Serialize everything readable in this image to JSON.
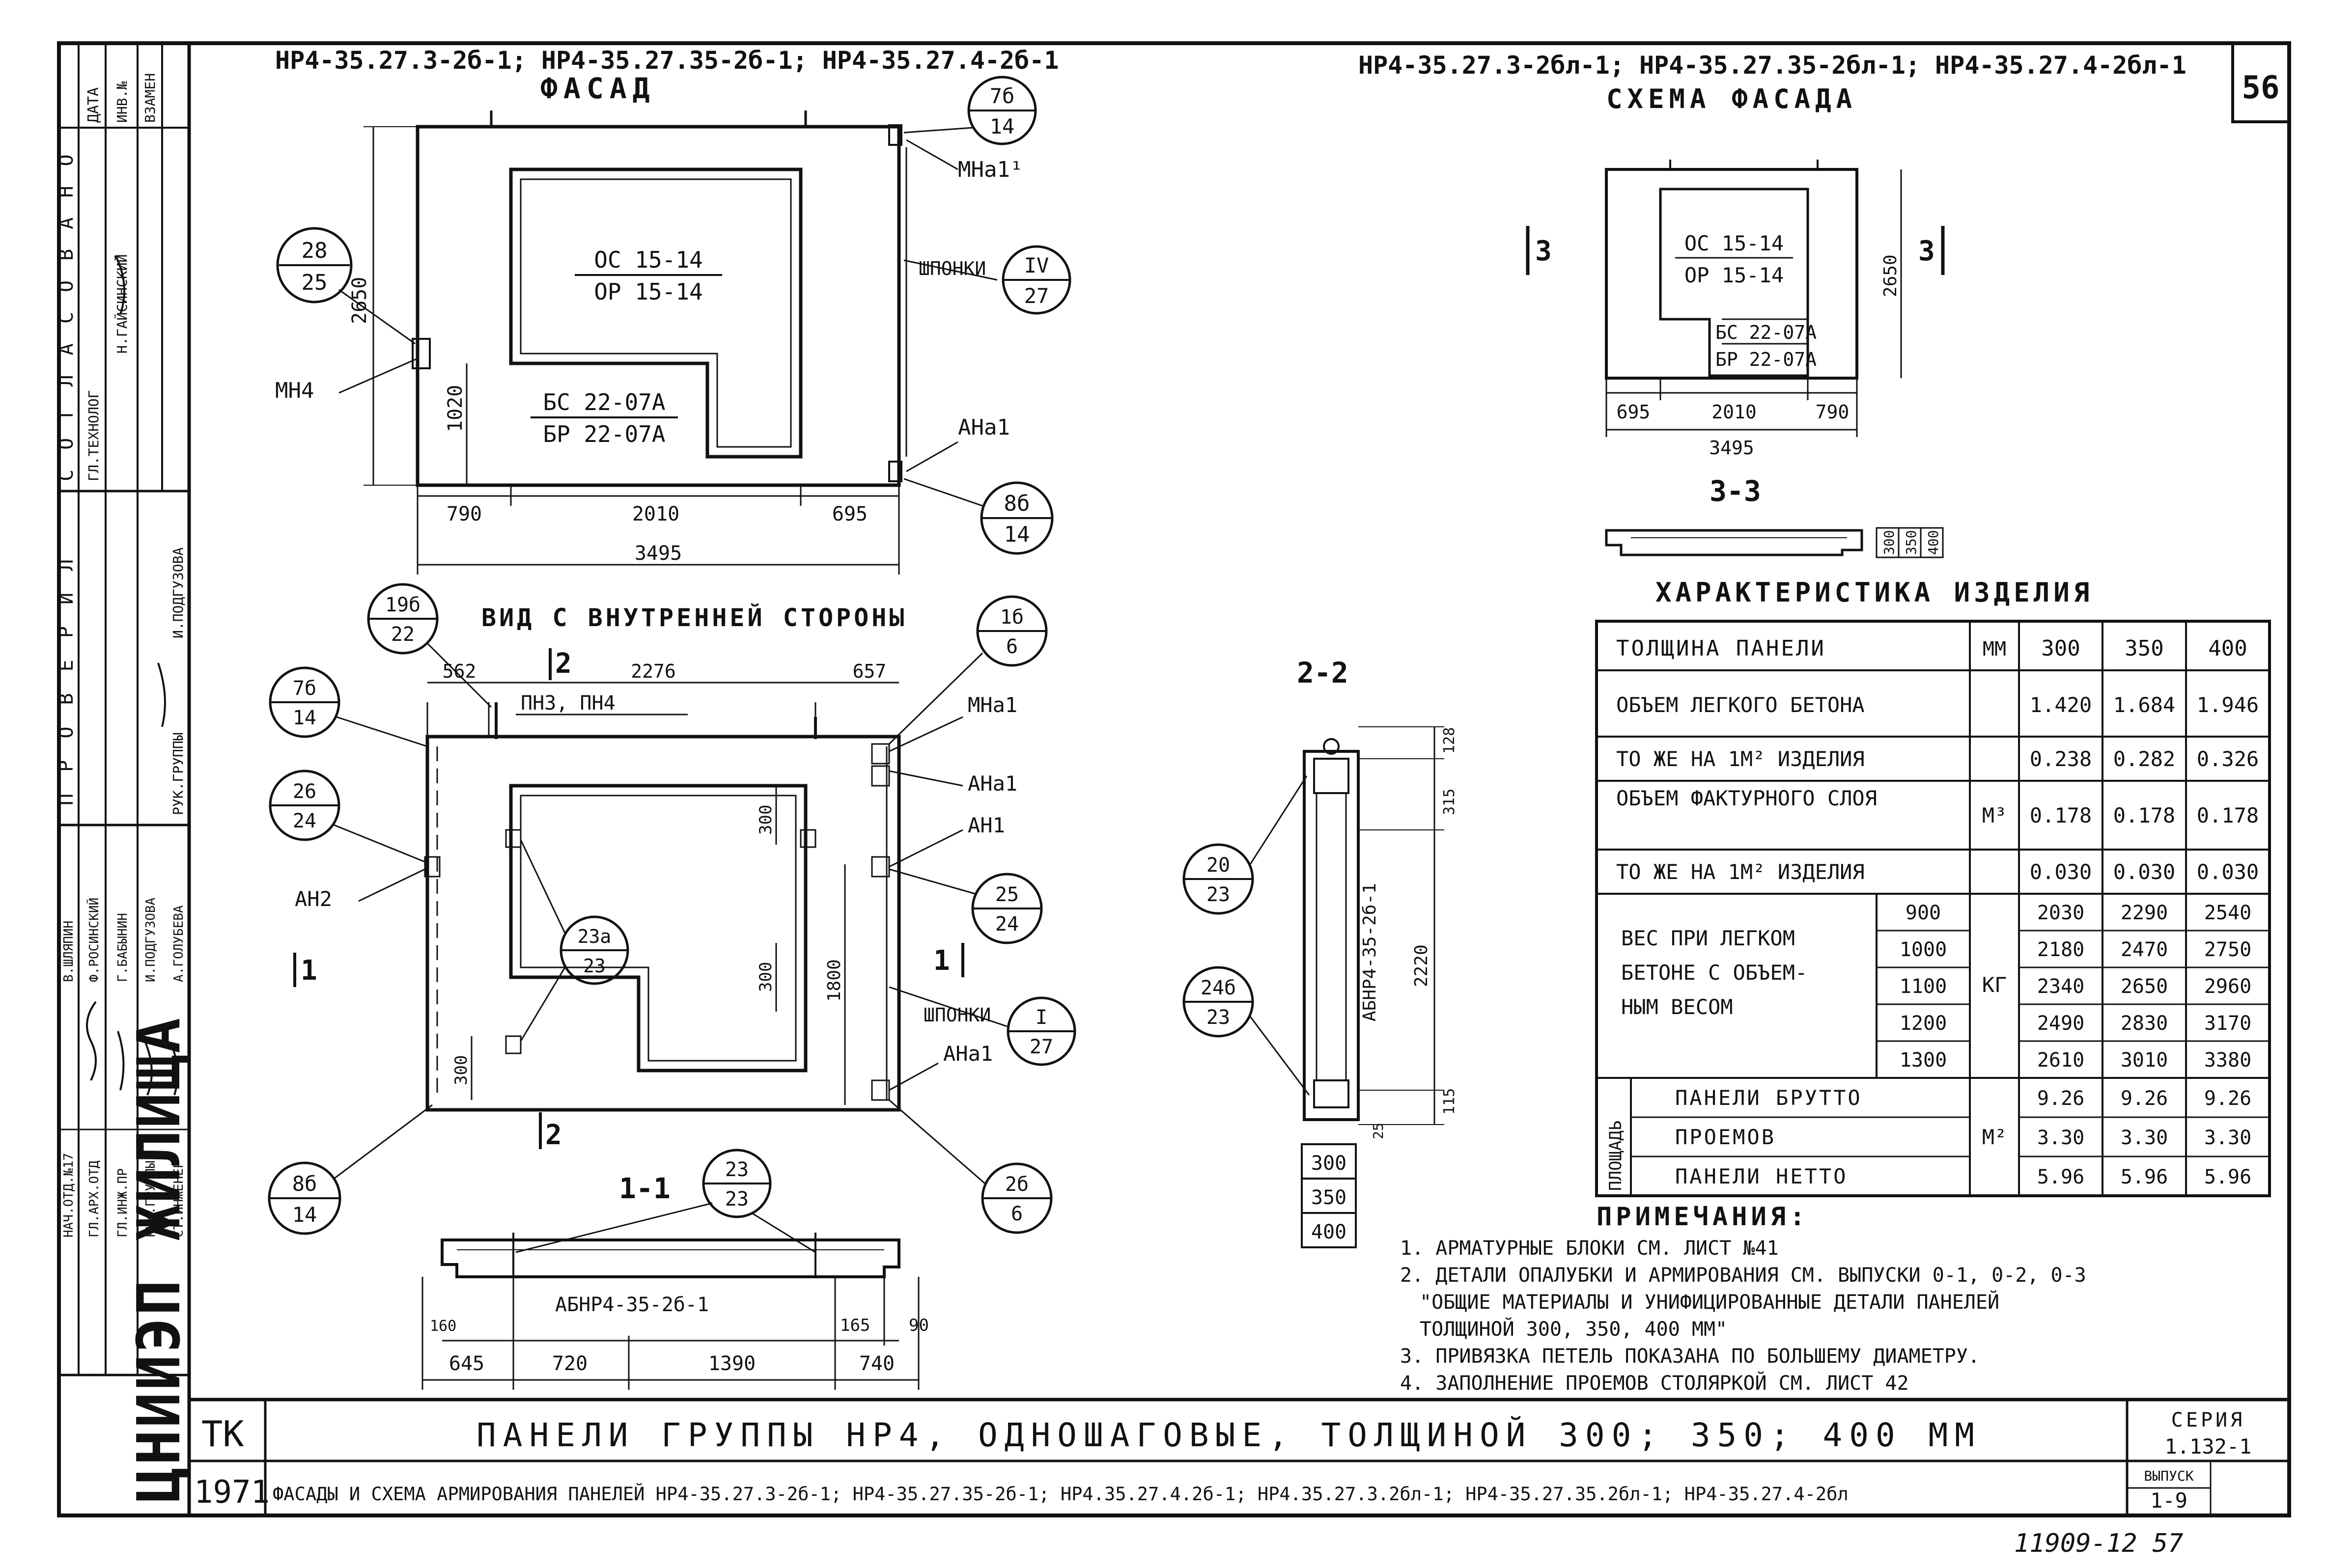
{
  "sheet": {
    "number": "56",
    "org": "ЦНИИЭП ЖИЛИЩА",
    "tk": "ТК",
    "year": "1971",
    "title": "ПАНЕЛИ ГРУППЫ НР4, ОДНОШАГОВЫЕ, ТОЛЩИНОЙ 300; 350; 400 ММ",
    "subtitle": "ФАСАДЫ И СХЕМА АРМИРОВАНИЯ ПАНЕЛЕЙ НР4-35.27.3-2б-1; НР4-35.27.35-2б-1; НР4.35.27.4.2б-1; НР4.35.27.3.2бл-1; НР4-35.27.35.2бл-1; НР4-35.27.4-2бл",
    "series_label": "СЕРИЯ",
    "series_value": "1.132-1",
    "issue_label": "ВЫПУСК",
    "issue_value": "1-9",
    "bottom_note": "11909-12  57"
  },
  "stamps": {
    "agreed_letters": "С О Г Л А С О В А Н О",
    "agreed_roles": [
      "ГЛ.ТЕХНОЛОГ",
      "Н.ГАЙСИНСКИЙ"
    ],
    "checked_letters": "П Р О В Е Р И Л",
    "checked_roles": [
      "РУК.ГРУППЫ",
      "И.ПОДГУЗОВА"
    ],
    "header_cols": [
      "ДАТА",
      "ИНВ.№",
      "ВЗАМЕН"
    ],
    "staff": [
      {
        "role": "НАЧ.ОТД.№17",
        "name": "В.ШЛЯПИН"
      },
      {
        "role": "ГЛ.АРХ.ОТД",
        "name": "Ф.РОСИНСКИЙ"
      },
      {
        "role": "ГЛ.ИНЖ.ПР",
        "name": "Г.БАБЫНИН"
      },
      {
        "role": "РУК.ГРУППЫ",
        "name": "И.ПОДГУЗОВА"
      },
      {
        "role": "СТ.ИНЖЕНЕР",
        "name": "А.ГОЛУБЕВА"
      }
    ]
  },
  "facade": {
    "header": "НР4-35.27.3-2б-1; НР4-35.27.35-2б-1; НР4-35.27.4-2б-1",
    "title": "ФАСАД",
    "window": [
      "ОС 15-14",
      "ОР 15-14"
    ],
    "door": [
      "БС 22-07А",
      "БР 22-07А"
    ],
    "labels": {
      "mn4": "МН4",
      "mna1": "МНа1¹",
      "shponki": "ШПОНКИ",
      "ana1": "АНа1"
    },
    "dims": {
      "height": "2650",
      "low": "1020",
      "seg1": "790",
      "seg2": "2010",
      "seg3": "695",
      "total": "3495"
    },
    "callouts": [
      {
        "top": "28",
        "bottom": "25"
      },
      {
        "top": "7б",
        "bottom": "14"
      },
      {
        "top": "IV",
        "bottom": "27"
      },
      {
        "top": "8б",
        "bottom": "14"
      }
    ]
  },
  "scheme": {
    "header": "НР4-35.27.3-2бл-1; НР4-35.27.35-2бл-1; НР4-35.27.4-2бл-1",
    "title": "СХЕМА ФАСАДА",
    "window": [
      "ОС 15-14",
      "ОР 15-14"
    ],
    "door": [
      "БС 22-07А",
      "БР 22-07А"
    ],
    "cuts": [
      "3",
      "3"
    ],
    "dims": {
      "height": "2650",
      "seg1": "695",
      "seg2": "2010",
      "seg3": "790",
      "total": "3495"
    }
  },
  "section33": {
    "title": "3-3",
    "dims": [
      "300",
      "350",
      "400"
    ]
  },
  "inner": {
    "title": "ВИД С ВНУТРЕННЕЙ СТОРОНЫ",
    "labels": {
      "pn": "ПН3, ПН4",
      "mna1": "МНа1",
      "ana1a": "АНа1",
      "an1": "АН1",
      "an2": "АН2",
      "shponki": "ШПОНКИ",
      "ana1b": "АНа1"
    },
    "dims": {
      "top1": "562",
      "top2": "2276",
      "top3": "657",
      "v300": "300",
      "v1800": "1800",
      "v300b": "300",
      "v300c": "300"
    },
    "cut_marks": [
      "1",
      "1",
      "2",
      "2"
    ],
    "callouts": [
      {
        "top": "19б",
        "bottom": "22"
      },
      {
        "top": "1б",
        "bottom": "6"
      },
      {
        "top": "7б",
        "bottom": "14"
      },
      {
        "top": "26",
        "bottom": "24"
      },
      {
        "top": "23а",
        "bottom": "23"
      },
      {
        "top": "25",
        "bottom": "24"
      },
      {
        "top": "I",
        "bottom": "27"
      },
      {
        "top": "8б",
        "bottom": "14"
      },
      {
        "top": "23",
        "bottom": "23"
      },
      {
        "top": "2б",
        "bottom": "6"
      }
    ]
  },
  "section11": {
    "title": "1-1",
    "block": "АБНР4-35-2б-1",
    "dims": {
      "d160": "160",
      "d165": "165",
      "d90": "90",
      "d645": "645",
      "d720": "720",
      "d1390": "1390",
      "d740": "740"
    }
  },
  "section22": {
    "title": "2-2",
    "block": "АБНР4-35-2б-1",
    "dims": {
      "d128": "128",
      "d315": "315",
      "d2220": "2220",
      "d115": "115",
      "d25": "25"
    },
    "thick": [
      "300",
      "350",
      "400"
    ],
    "callouts": [
      {
        "top": "20",
        "bottom": "23"
      },
      {
        "top": "24б",
        "bottom": "23"
      }
    ]
  },
  "characteristics": {
    "title": "ХАРАКТЕРИСТИКА ИЗДЕЛИЯ",
    "thickness_label": "ТОЛЩИНА ПАНЕЛИ",
    "unit_mm": "ММ",
    "thicknesses": [
      "300",
      "350",
      "400"
    ],
    "light_volume_label": "ОБЪЕМ ЛЕГКОГО БЕТОНА",
    "light_volume": [
      "1.420",
      "1.684",
      "1.946"
    ],
    "per_m2_label": "ТО ЖЕ НА 1М² ИЗДЕЛИЯ",
    "light_per_m2": [
      "0.238",
      "0.282",
      "0.326"
    ],
    "facing_volume_label": "ОБЪЕМ ФАКТУРНОГО СЛОЯ",
    "unit_m3": "М³",
    "facing_volume": [
      "0.178",
      "0.178",
      "0.178"
    ],
    "facing_per_m2": [
      "0.030",
      "0.030",
      "0.030"
    ],
    "weight_label": [
      "ВЕС ПРИ ЛЕГКОМ",
      "БЕТОНЕ С ОБЪЕМ-",
      "НЫМ ВЕСОМ"
    ],
    "unit_kg": "КГ",
    "weights": [
      {
        "density": "900",
        "values": [
          "2030",
          "2290",
          "2540"
        ]
      },
      {
        "density": "1000",
        "values": [
          "2180",
          "2470",
          "2750"
        ]
      },
      {
        "density": "1100",
        "values": [
          "2340",
          "2650",
          "2960"
        ]
      },
      {
        "density": "1200",
        "values": [
          "2490",
          "2830",
          "3170"
        ]
      },
      {
        "density": "1300",
        "values": [
          "2610",
          "3010",
          "3380"
        ]
      }
    ],
    "area_label": "ПЛОЩАДЬ",
    "unit_m2": "М²",
    "areas": [
      {
        "label": "ПАНЕЛИ БРУТТО",
        "values": [
          "9.26",
          "9.26",
          "9.26"
        ]
      },
      {
        "label": "ПРОЕМОВ",
        "values": [
          "3.30",
          "3.30",
          "3.30"
        ]
      },
      {
        "label": "ПАНЕЛИ НЕТТО",
        "values": [
          "5.96",
          "5.96",
          "5.96"
        ]
      }
    ]
  },
  "notes": {
    "title": "ПРИМЕЧАНИЯ:",
    "items": [
      "1. АРМАТУРНЫЕ БЛОКИ СМ. ЛИСТ №41",
      "2. ДЕТАЛИ ОПАЛУБКИ И АРМИРОВАНИЯ СМ. ВЫПУСКИ 0-1, 0-2, 0-3",
      "\"ОБЩИЕ МАТЕРИАЛЫ И УНИФИЦИРОВАННЫЕ ДЕТАЛИ ПАНЕЛЕЙ",
      "ТОЛЩИНОЙ 300, 350, 400 ММ\"",
      "3. ПРИВЯЗКА ПЕТЕЛЬ ПОКАЗАНА ПО БОЛЬШЕМУ ДИАМЕТРУ.",
      "4. ЗАПОЛНЕНИЕ ПРОЕМОВ СТОЛЯРКОЙ СМ. ЛИСТ 42"
    ]
  }
}
